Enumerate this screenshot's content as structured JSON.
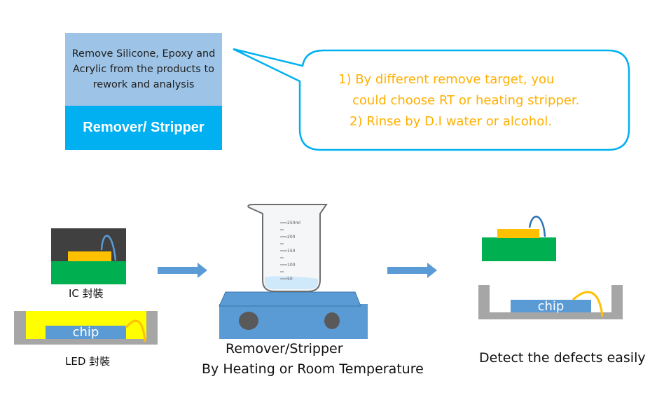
{
  "header": {
    "description": "Remove Silicone, Epoxy and Acrylic from the products to rework and analysis",
    "title": "Remover/ Stripper"
  },
  "callout": {
    "line1": "1)   By different remove target, you",
    "line2": "could choose RT or heating stripper.",
    "line3": "2) Rinse by D.I water or alcohol."
  },
  "packages": {
    "ic_label": "IC 封裝",
    "led_label": "LED 封裝",
    "chip_text": "chip"
  },
  "beaker": {
    "ticks": [
      "250ml",
      "200",
      "150",
      "100",
      "50"
    ]
  },
  "process": {
    "caption_line1": "Remover/Stripper",
    "caption_line2": "By Heating or Room Temperature"
  },
  "result": {
    "chip_text": "chip",
    "caption": "Detect the defects easily"
  },
  "colors": {
    "light_blue": "#9dc3e6",
    "cyan": "#00b0f0",
    "callout_border": "#00b0f0",
    "orange_text": "#ffb000",
    "green": "#00b050",
    "gold": "#ffc000",
    "dark_gray": "#404040",
    "yellow": "#ffff00",
    "gray": "#a6a6a6",
    "chip_blue": "#5b9bd5",
    "arrow": "#5b9bd5"
  }
}
